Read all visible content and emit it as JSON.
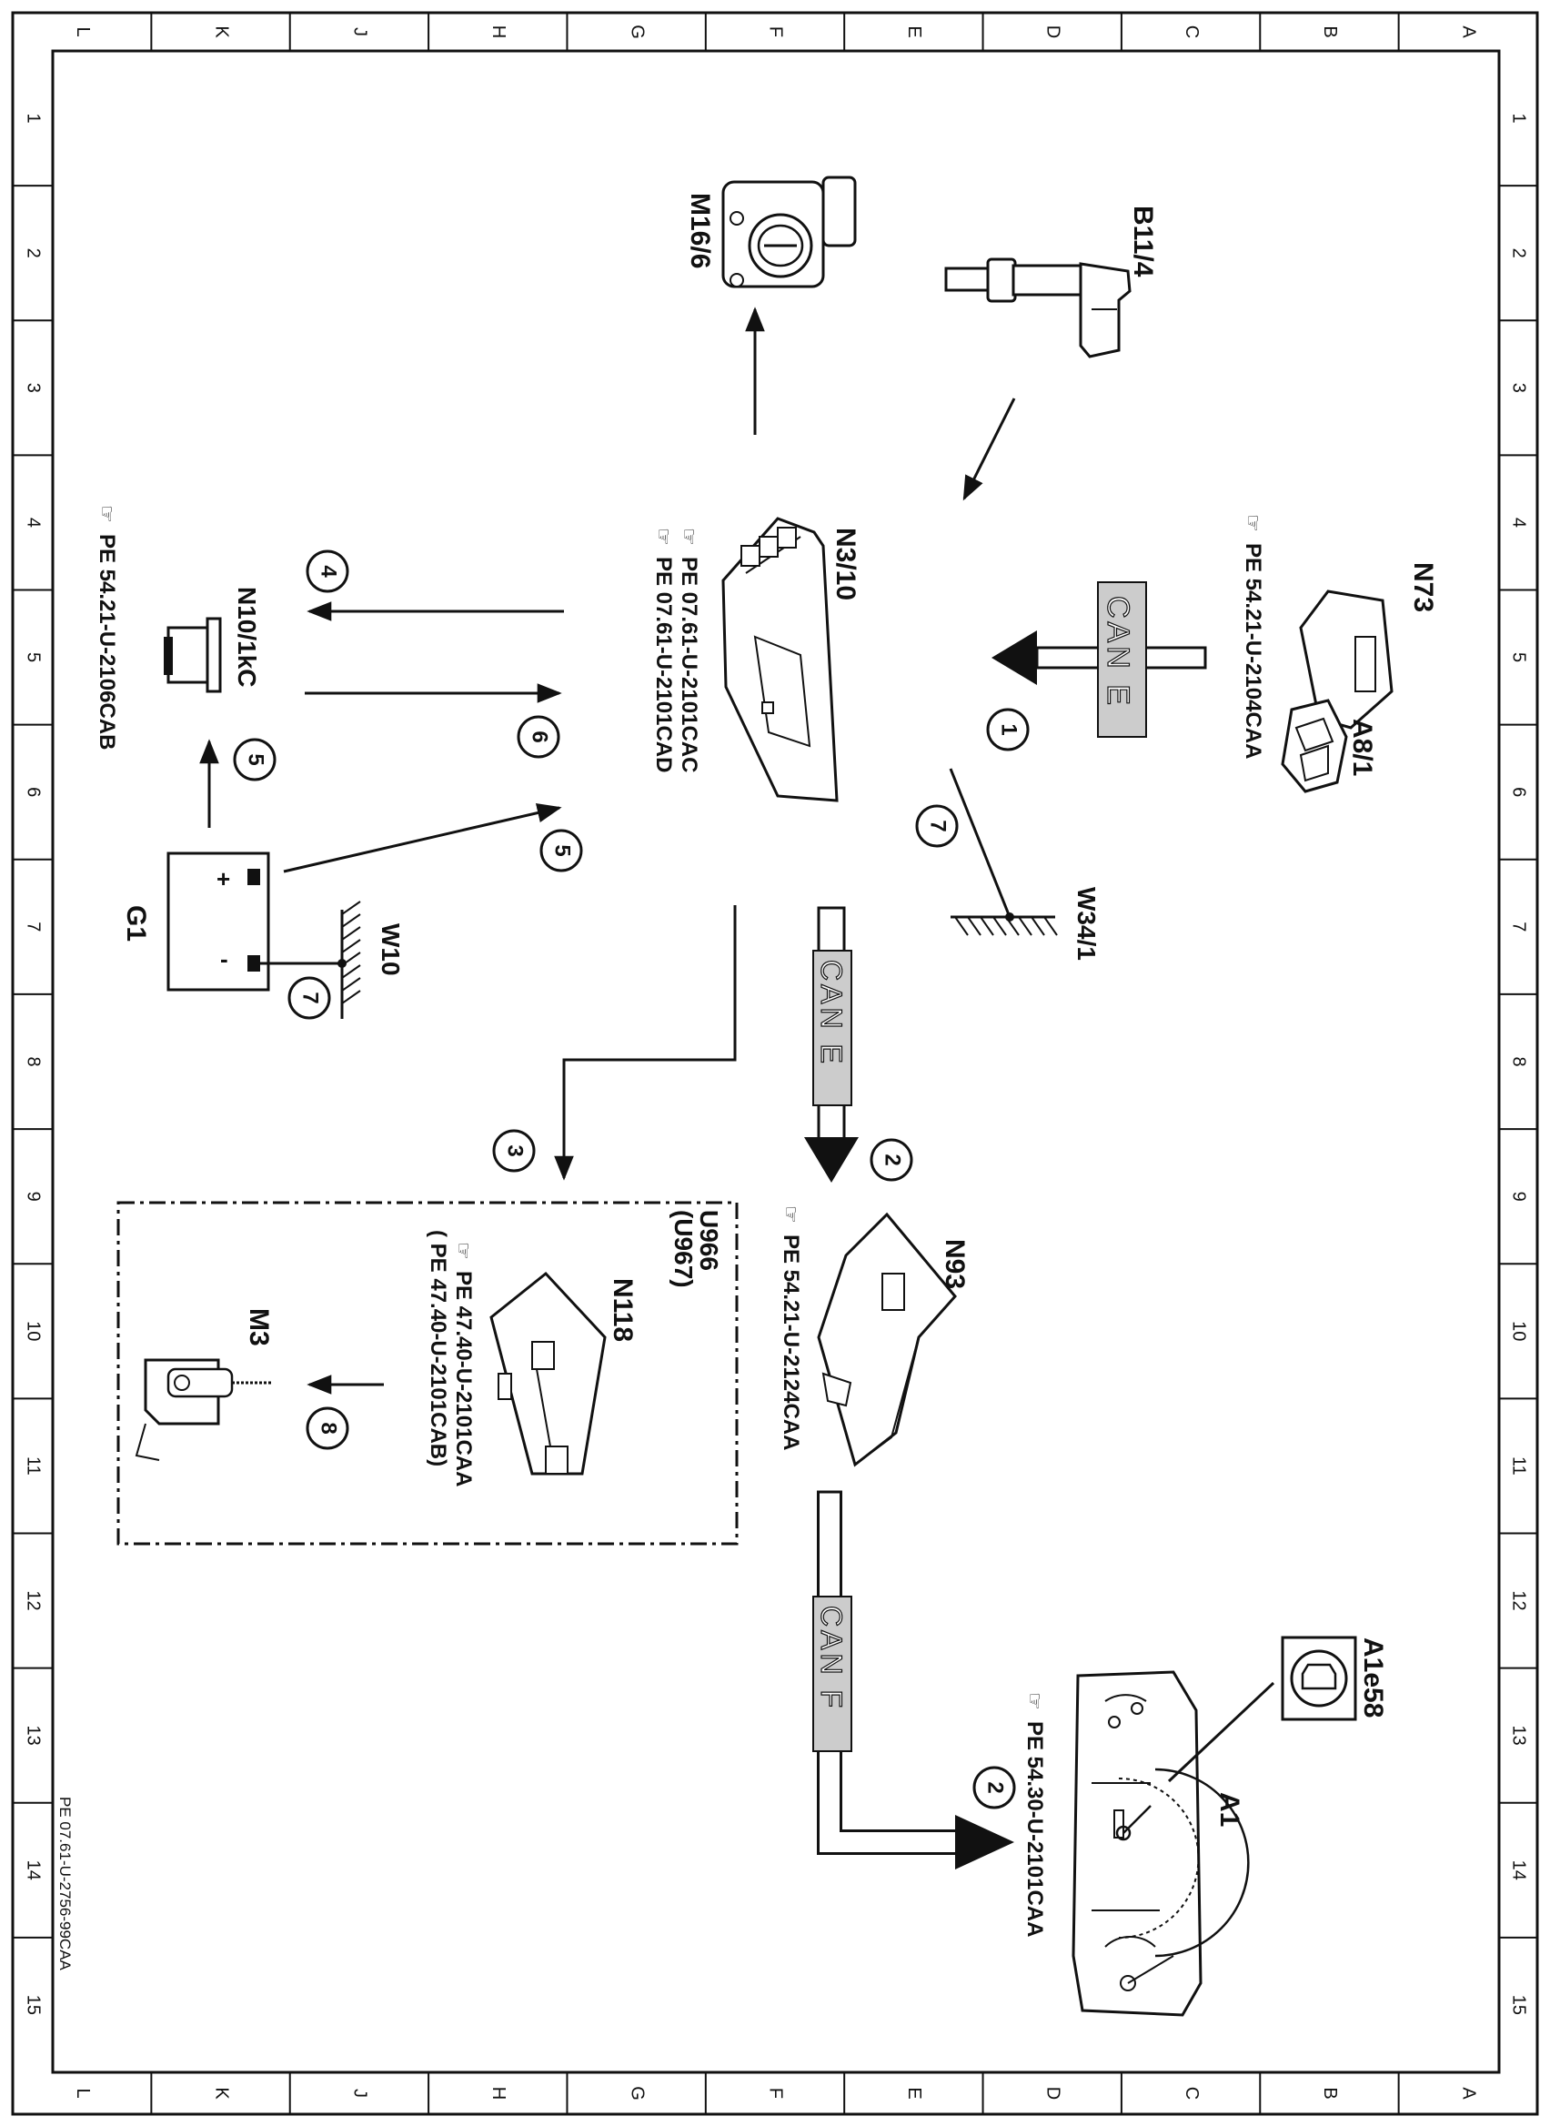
{
  "grid": {
    "columns": [
      "L",
      "K",
      "J",
      "H",
      "G",
      "F",
      "E",
      "D",
      "C",
      "B",
      "A"
    ],
    "rows": [
      "1",
      "2",
      "3",
      "4",
      "5",
      "6",
      "7",
      "8",
      "9",
      "10",
      "11",
      "12",
      "13",
      "14",
      "15"
    ]
  },
  "doc_id": "PE 07.61-U-2756-99CAA",
  "components": {
    "m16_6": {
      "label": "M16/6"
    },
    "b11_4": {
      "label": "B11/4"
    },
    "n3_10": {
      "label": "N3/10",
      "ref1": "PE  07.61-U-2101CAC",
      "ref2": "PE  07.61-U-2101CAD"
    },
    "n73": {
      "label": "N73",
      "ref": "PE  54.21-U-2104CAA",
      "sub_label": "A8/1"
    },
    "n10_1kc": {
      "label": "N10/1kC",
      "ref": "PE  54.21-U-2106CAB"
    },
    "g1": {
      "label": "G1",
      "plus": "+",
      "minus": "-"
    },
    "w10": {
      "label": "W10"
    },
    "w34_1": {
      "label": "W34/1"
    },
    "n93": {
      "label": "N93",
      "ref": "PE  54.21-U-2124CAA"
    },
    "u966": {
      "label1": "U966",
      "label2": "(U967)"
    },
    "n118": {
      "label": "N118",
      "ref1": "PE  47.40-U-2101CAA",
      "ref2": "( PE  47.40-U-2101CAB)"
    },
    "m3": {
      "label": "M3"
    },
    "a1": {
      "label": "A1",
      "ref": "PE  54.30-U-2101CAA"
    },
    "a1e58": {
      "label": "A1e58"
    }
  },
  "buses": {
    "can_e_top": "CAN E",
    "can_e_mid": "CAN E",
    "can_f": "CAN F"
  },
  "callouts": {
    "c1": "1",
    "c2a": "2",
    "c2b": "2",
    "c3": "3",
    "c4": "4",
    "c5a": "5",
    "c5b": "5",
    "c6": "6",
    "c7a": "7",
    "c7b": "7",
    "c8": "8"
  },
  "colors": {
    "ink": "#111111",
    "bus_label_bg": "#cccccc",
    "paper": "#ffffff"
  }
}
